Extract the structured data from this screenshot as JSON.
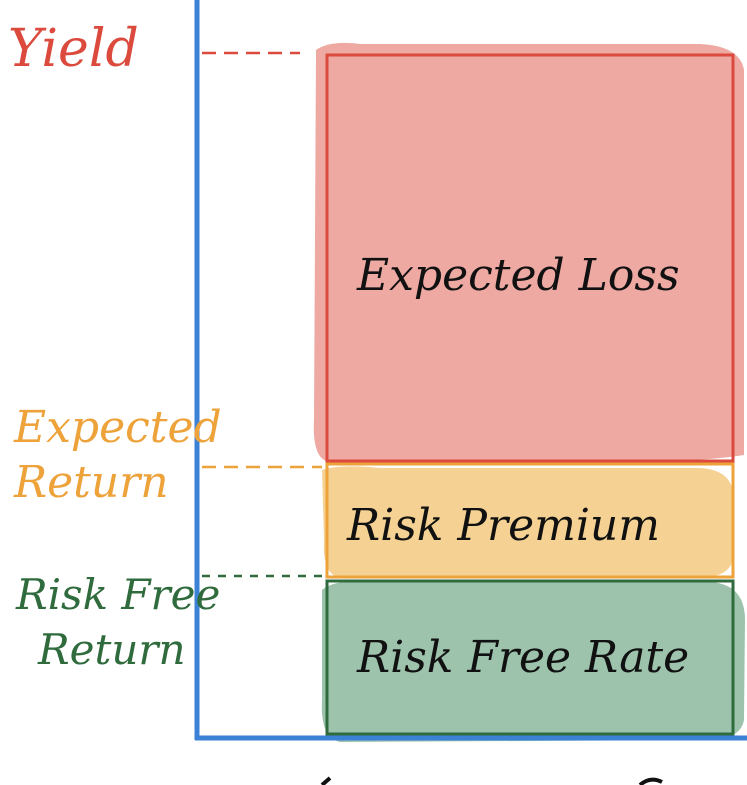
{
  "labels": {
    "yield": "Yield",
    "expected_return_line1": "Expected",
    "expected_return_line2": "Return",
    "risk_free_return_line1": "Risk Free",
    "risk_free_return_line2": "Return"
  },
  "blocks": {
    "expected_loss": "Expected Loss",
    "risk_premium": "Risk Premium",
    "risk_free_rate": "Risk Free Rate"
  },
  "colors": {
    "axis": "#3b82d6",
    "red": "#db4a3c",
    "red_fill": "#eda9a2",
    "orange": "#eda23a",
    "orange_fill": "#f5d293",
    "green": "#2f6b3c",
    "green_fill": "#9dc3ac",
    "text": "#111111"
  }
}
